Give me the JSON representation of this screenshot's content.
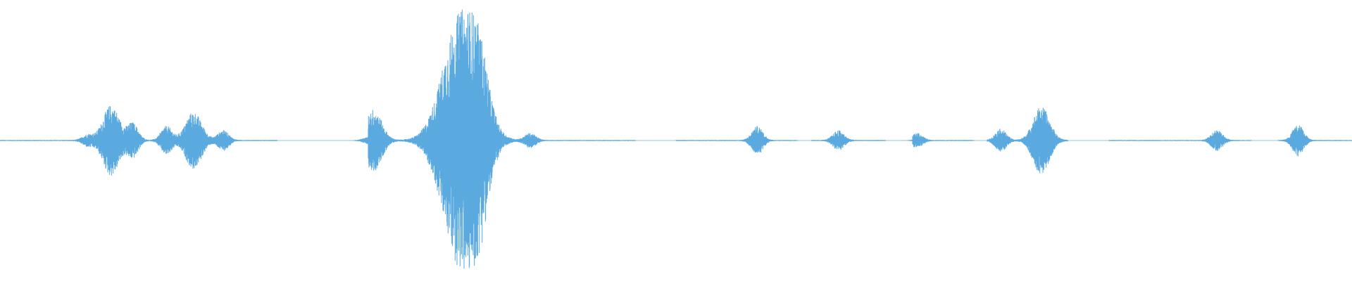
{
  "waveform": {
    "color": "#5aaae0",
    "background": "#ffffff",
    "events": [
      {
        "t": 0.065,
        "amp": 0.04
      },
      {
        "t": 0.082,
        "amp": 0.25
      },
      {
        "t": 0.098,
        "amp": 0.12
      },
      {
        "t": 0.123,
        "amp": 0.1
      },
      {
        "t": 0.143,
        "amp": 0.2
      },
      {
        "t": 0.165,
        "amp": 0.07
      },
      {
        "t": 0.276,
        "amp": 0.22
      },
      {
        "t": 0.335,
        "amp": 0.39
      },
      {
        "t": 0.345,
        "amp": 0.6
      },
      {
        "t": 0.355,
        "amp": 0.26
      },
      {
        "t": 0.392,
        "amp": 0.05
      },
      {
        "t": 0.56,
        "amp": 0.1
      },
      {
        "t": 0.62,
        "amp": 0.07
      },
      {
        "t": 0.678,
        "amp": 0.05
      },
      {
        "t": 0.74,
        "amp": 0.08
      },
      {
        "t": 0.77,
        "amp": 0.24
      },
      {
        "t": 0.9,
        "amp": 0.07
      },
      {
        "t": 0.96,
        "amp": 0.11
      }
    ]
  }
}
